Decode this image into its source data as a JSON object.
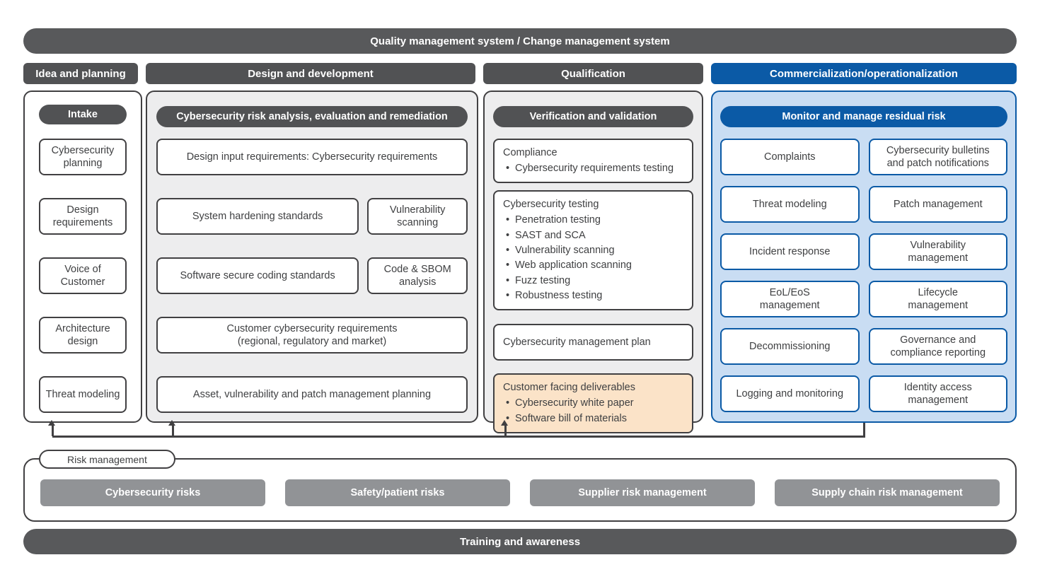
{
  "top_banner": "Quality management system / Change management system",
  "bottom_banner": "Training and awareness",
  "colors": {
    "dark_gray": "#58595b",
    "box_border": "#414042",
    "blue_accent": "#0b5aa6",
    "light_blue_bg": "#c9ddf3",
    "light_gray_bg": "#ededee",
    "orange_bg": "#fbe3c8",
    "gray_button": "#919396"
  },
  "phases": [
    {
      "label": "Idea and planning"
    },
    {
      "label": "Design and development"
    },
    {
      "label": "Qualification"
    },
    {
      "label": "Commercialization/operationalization"
    }
  ],
  "idea": {
    "header": "Intake",
    "boxes": [
      "Cybersecurity\nplanning",
      "Design\nrequirements",
      "Voice of\nCustomer",
      "Architecture\ndesign",
      "Threat modeling"
    ]
  },
  "design": {
    "header": "Cybersecurity risk analysis, evaluation and remediation",
    "row1": "Design input requirements: Cybersecurity requirements",
    "row2a": "System hardening standards",
    "row2b": "Vulnerability\nscanning",
    "row3a": "Software secure coding standards",
    "row3b": "Code & SBOM\nanalysis",
    "row4": "Customer cybersecurity requirements\n(regional, regulatory and market)",
    "row5": "Asset, vulnerability and patch management planning"
  },
  "qualification": {
    "header": "Verification and validation",
    "compliance_title": "Compliance",
    "compliance_bullets": [
      "Cybersecurity requirements testing"
    ],
    "testing_title": "Cybersecurity testing",
    "testing_bullets": [
      "Penetration testing",
      "SAST and SCA",
      "Vulnerability scanning",
      "Web application scanning",
      "Fuzz testing",
      "Robustness testing"
    ],
    "plan": "Cybersecurity management plan",
    "deliverables_title": "Customer facing deliverables",
    "deliverables_bullets": [
      "Cybersecurity white paper",
      "Software bill of materials"
    ]
  },
  "commercialization": {
    "header": "Monitor and manage residual risk",
    "left": [
      "Complaints",
      "Threat modeling",
      "Incident response",
      "EoL/EoS\nmanagement",
      "Decommissioning",
      "Logging and monitoring"
    ],
    "right": [
      "Cybersecurity bulletins\nand patch notifications",
      "Patch management",
      "Vulnerability\nmanagement",
      "Lifecycle\nmanagement",
      "Governance and\ncompliance reporting",
      "Identity access\nmanagement"
    ]
  },
  "risk": {
    "label": "Risk management",
    "buttons": [
      "Cybersecurity risks",
      "Safety/patient risks",
      "Supplier risk management",
      "Supply chain risk management"
    ]
  }
}
